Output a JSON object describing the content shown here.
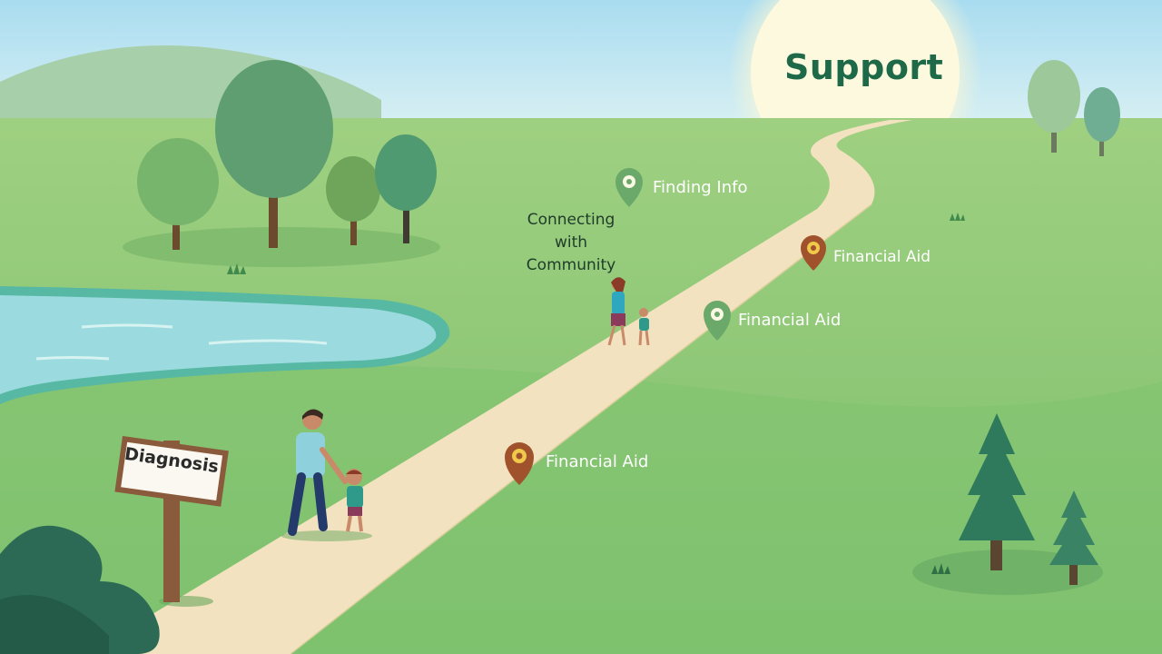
{
  "goal_label": "Support",
  "start_sign": "Diagnosis",
  "milestones": {
    "finding_info": "Finding Info",
    "connecting": [
      "Connecting",
      "with",
      "Community"
    ],
    "financial_aid_upper": "Financial Aid",
    "financial_aid_middle": "Financial Aid",
    "financial_aid_lower": "Financial Aid"
  },
  "colors": {
    "sky": "#bfe6f3",
    "grass": "#8fc77a",
    "path": "#f3e2bf",
    "pin_green": "#6aa96a",
    "pin_brown": "#a0522d",
    "goal_text": "#1e6a48"
  },
  "icons": [
    "map-pin-icon",
    "signpost-icon",
    "tree-icon",
    "sun-icon",
    "river-icon"
  ]
}
